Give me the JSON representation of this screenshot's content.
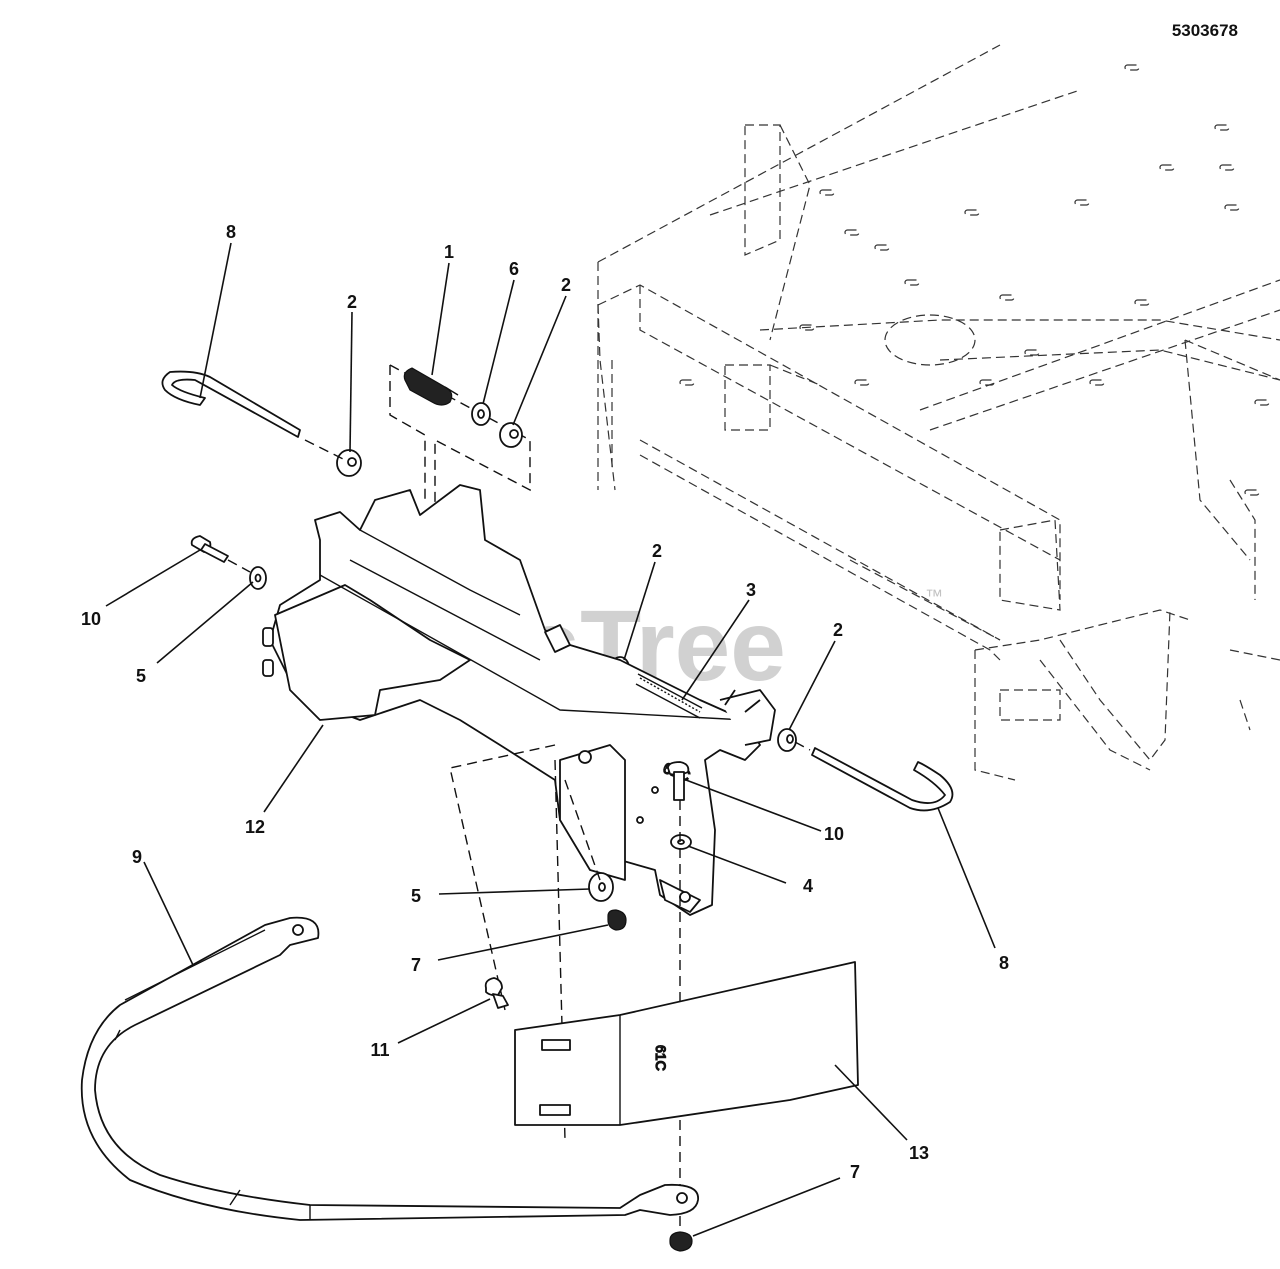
{
  "document_number": "5303678",
  "watermark": "PartsTree",
  "trademark": "™",
  "callouts": [
    {
      "id": "c1",
      "label": "1"
    },
    {
      "id": "c2a",
      "label": "2"
    },
    {
      "id": "c2b",
      "label": "2"
    },
    {
      "id": "c2c",
      "label": "2"
    },
    {
      "id": "c2d",
      "label": "2"
    },
    {
      "id": "c3",
      "label": "3"
    },
    {
      "id": "c4",
      "label": "4"
    },
    {
      "id": "c5a",
      "label": "5"
    },
    {
      "id": "c5b",
      "label": "5"
    },
    {
      "id": "c6",
      "label": "6"
    },
    {
      "id": "c7a",
      "label": "7"
    },
    {
      "id": "c7b",
      "label": "7"
    },
    {
      "id": "c8a",
      "label": "8"
    },
    {
      "id": "c8b",
      "label": "8"
    },
    {
      "id": "c9",
      "label": "9"
    },
    {
      "id": "c10a",
      "label": "10"
    },
    {
      "id": "c10b",
      "label": "10"
    },
    {
      "id": "c11",
      "label": "11"
    },
    {
      "id": "c12",
      "label": "12"
    },
    {
      "id": "c13",
      "label": "13"
    }
  ],
  "part_markings": {
    "bracket_marking": "61C",
    "cover_marking": "61C"
  }
}
